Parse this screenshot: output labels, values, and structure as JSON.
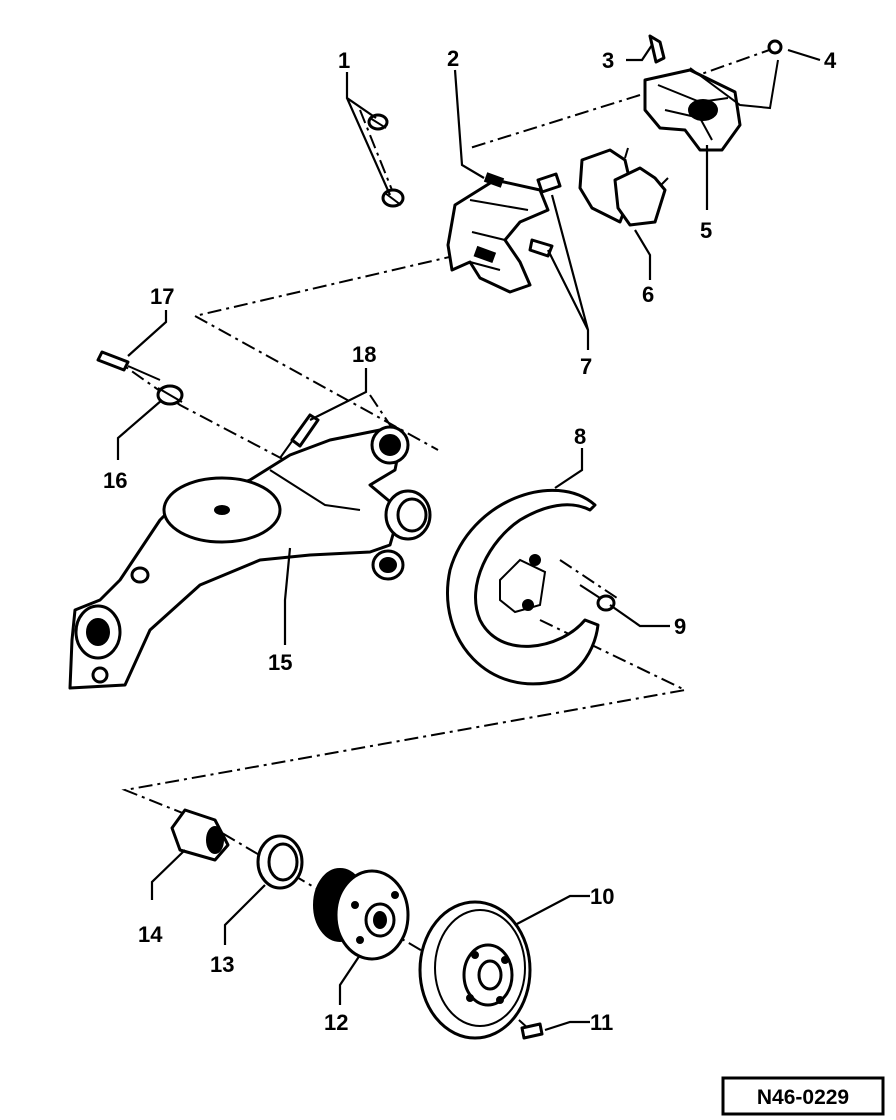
{
  "callouts": {
    "1": "1",
    "2": "2",
    "3": "3",
    "4": "4",
    "5": "5",
    "6": "6",
    "7": "7",
    "8": "8",
    "9": "9",
    "10": "10",
    "11": "11",
    "12": "12",
    "13": "13",
    "14": "14",
    "15": "15",
    "16": "16",
    "17": "17",
    "18": "18"
  },
  "figure_code": "N46-0229"
}
